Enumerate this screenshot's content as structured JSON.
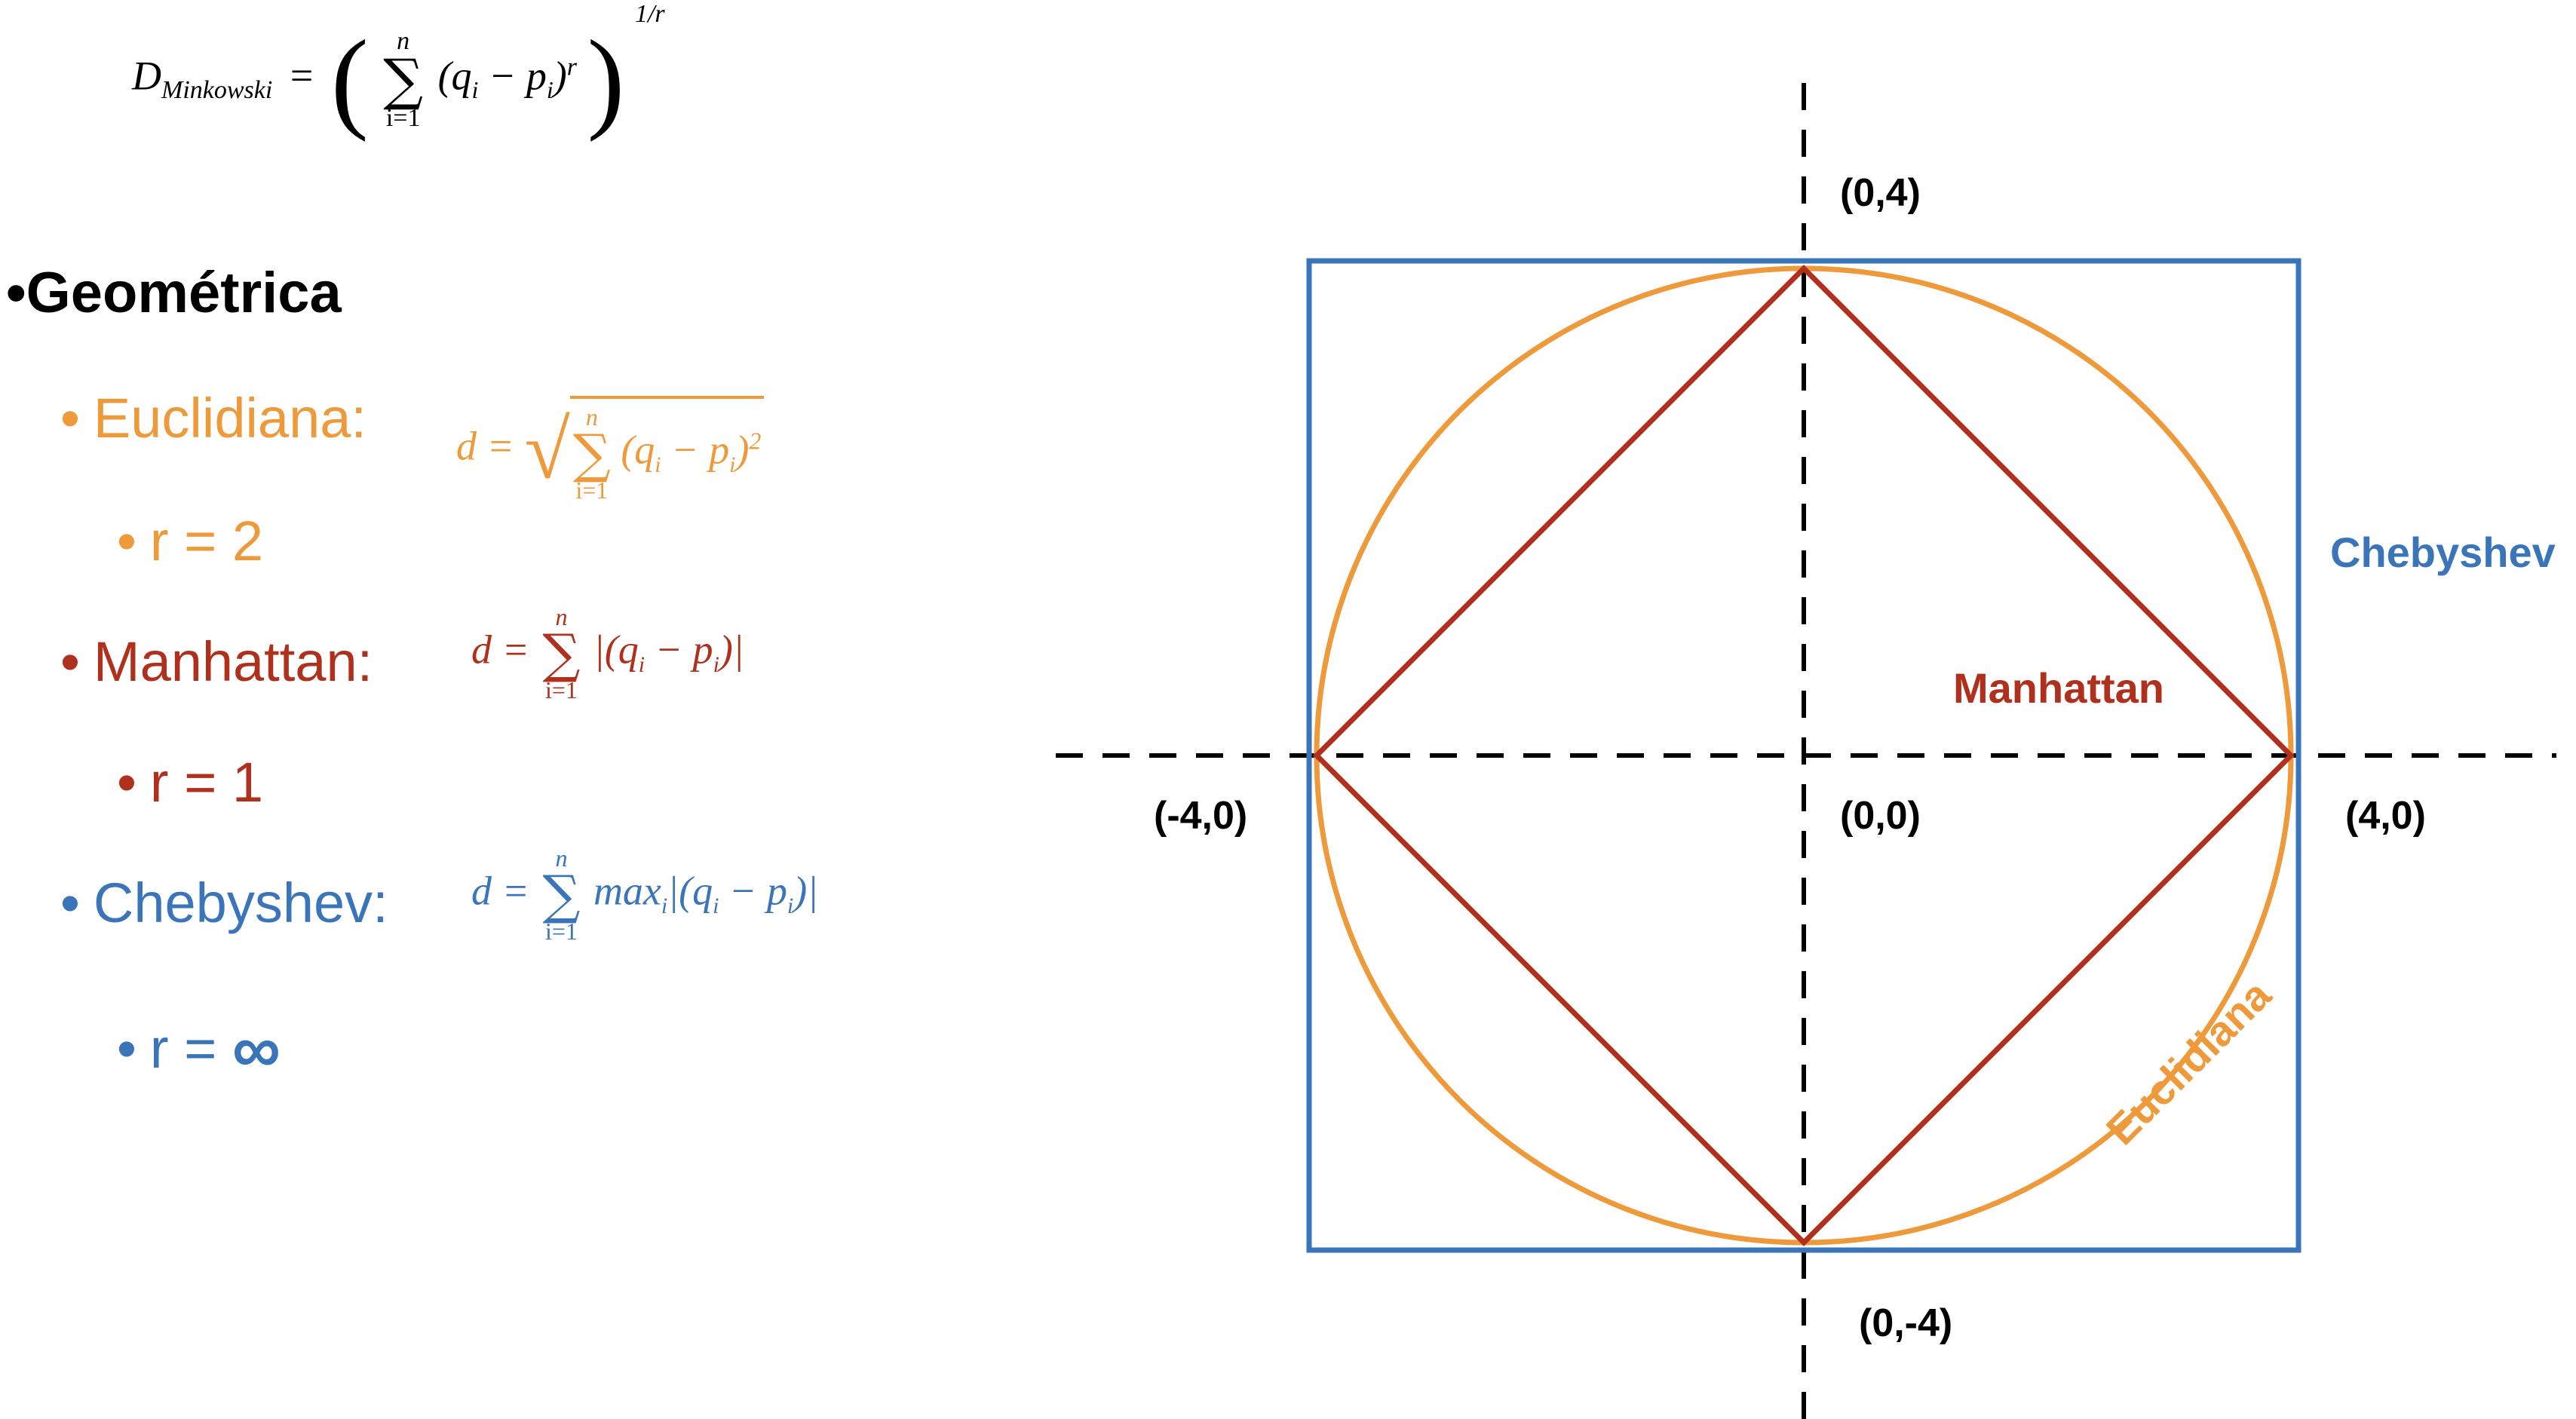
{
  "formula_main": {
    "lhs": "D",
    "lhs_sub": "Minkowski",
    "sum_upper": "n",
    "sum_lower": "i=1",
    "term": "(q",
    "term_sub1": "i",
    "minus": " − p",
    "term_sub2": "i",
    "close": ")",
    "power": "r",
    "outer_power": "1/r"
  },
  "heading": "Geométrica",
  "bullet": "•",
  "items": [
    {
      "label": "Euclidiana:",
      "r_text": "r = 2"
    },
    {
      "label": "Manhattan:",
      "r_text": "r = 1"
    },
    {
      "label": "Chebyshev:",
      "r_prefix": "r = ",
      "r_symbol": "∞"
    }
  ],
  "formulas": {
    "euclidean": {
      "d": "d =",
      "upper": "n",
      "lower": "i=1",
      "body": "(q",
      "sub1": "i",
      "mid": " − p",
      "sub2": "i",
      "close": ")",
      "power": "2"
    },
    "manhattan": {
      "d": "d =",
      "upper": "n",
      "lower": "i=1",
      "body": "|(q",
      "sub1": "i",
      "mid": " − p",
      "sub2": "i",
      "close": ")|"
    },
    "chebyshev": {
      "d": "d =",
      "upper": "n",
      "lower": "i=1",
      "pre": "max",
      "pre_sub": "i",
      "body": "|(q",
      "sub1": "i",
      "mid": " − p",
      "sub2": "i",
      "close": ")|"
    }
  },
  "diagram": {
    "coords": {
      "top": "(0,4)",
      "bottom": "(0,-4)",
      "left": "(-4,0)",
      "right": "(4,0)",
      "origin": "(0,0)"
    },
    "labels": {
      "chebyshev": "Chebyshev",
      "manhattan": "Manhattan",
      "euclidean": "Euclidiana"
    },
    "colors": {
      "chebyshev": "#3A74B9",
      "manhattan": "#B0301E",
      "euclidean": "#EE9A3A",
      "axes": "#000000"
    }
  }
}
